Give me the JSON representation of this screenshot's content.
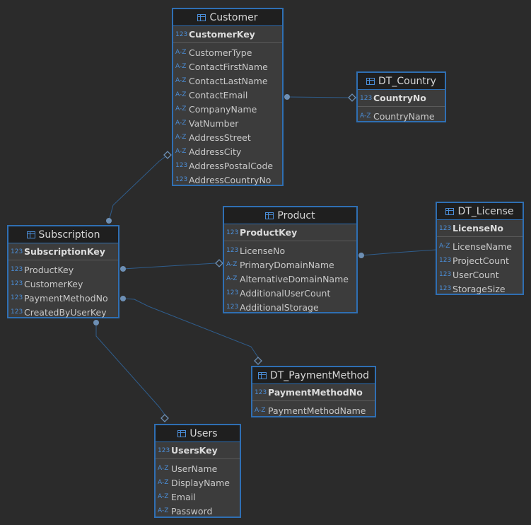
{
  "icons": {
    "number": "123",
    "text": "A-Z"
  },
  "colors": {
    "background": "#2b2b2b",
    "entity_border": "#2f6fb3",
    "link": "#2f5d8c",
    "endpoint": "#6d8fb4"
  },
  "entities": [
    {
      "id": "customer",
      "name": "Customer",
      "key": {
        "name": "CustomerKey",
        "type": "number"
      },
      "attributes": [
        {
          "name": "CustomerType",
          "type": "text"
        },
        {
          "name": "ContactFirstName",
          "type": "text"
        },
        {
          "name": "ContactLastName",
          "type": "text"
        },
        {
          "name": "ContactEmail",
          "type": "text"
        },
        {
          "name": "CompanyName",
          "type": "text"
        },
        {
          "name": "VatNumber",
          "type": "text"
        },
        {
          "name": "AddressStreet",
          "type": "text"
        },
        {
          "name": "AddressCity",
          "type": "text"
        },
        {
          "name": "AddressPostalCode",
          "type": "number"
        },
        {
          "name": "AddressCountryNo",
          "type": "number"
        }
      ]
    },
    {
      "id": "dt_country",
      "name": "DT_Country",
      "key": {
        "name": "CountryNo",
        "type": "number"
      },
      "attributes": [
        {
          "name": "CountryName",
          "type": "text"
        }
      ]
    },
    {
      "id": "subscription",
      "name": "Subscription",
      "key": {
        "name": "SubscriptionKey",
        "type": "number"
      },
      "attributes": [
        {
          "name": "ProductKey",
          "type": "number"
        },
        {
          "name": "CustomerKey",
          "type": "number"
        },
        {
          "name": "PaymentMethodNo",
          "type": "number"
        },
        {
          "name": "CreatedByUserKey",
          "type": "number"
        }
      ]
    },
    {
      "id": "product",
      "name": "Product",
      "key": {
        "name": "ProductKey",
        "type": "number"
      },
      "attributes": [
        {
          "name": "LicenseNo",
          "type": "number"
        },
        {
          "name": "PrimaryDomainName",
          "type": "text"
        },
        {
          "name": "AlternativeDomainName",
          "type": "text"
        },
        {
          "name": "AdditionalUserCount",
          "type": "number"
        },
        {
          "name": "AdditionalStorage",
          "type": "number"
        }
      ]
    },
    {
      "id": "dt_license",
      "name": "DT_License",
      "key": {
        "name": "LicenseNo",
        "type": "number"
      },
      "attributes": [
        {
          "name": "LicenseName",
          "type": "text"
        },
        {
          "name": "ProjectCount",
          "type": "number"
        },
        {
          "name": "UserCount",
          "type": "number"
        },
        {
          "name": "StorageSize",
          "type": "number"
        }
      ]
    },
    {
      "id": "dt_paymentmethod",
      "name": "DT_PaymentMethod",
      "key": {
        "name": "PaymentMethodNo",
        "type": "number"
      },
      "attributes": [
        {
          "name": "PaymentMethodName",
          "type": "text"
        }
      ]
    },
    {
      "id": "users",
      "name": "Users",
      "key": {
        "name": "UsersKey",
        "type": "number"
      },
      "attributes": [
        {
          "name": "UserName",
          "type": "text"
        },
        {
          "name": "DisplayName",
          "type": "text"
        },
        {
          "name": "Email",
          "type": "text"
        },
        {
          "name": "Password",
          "type": "text"
        }
      ]
    }
  ],
  "relationships": [
    {
      "from": "customer",
      "to": "dt_country"
    },
    {
      "from": "subscription",
      "to": "customer"
    },
    {
      "from": "subscription",
      "to": "product"
    },
    {
      "from": "product",
      "to": "dt_license"
    },
    {
      "from": "subscription",
      "to": "dt_paymentmethod"
    },
    {
      "from": "subscription",
      "to": "users"
    }
  ]
}
